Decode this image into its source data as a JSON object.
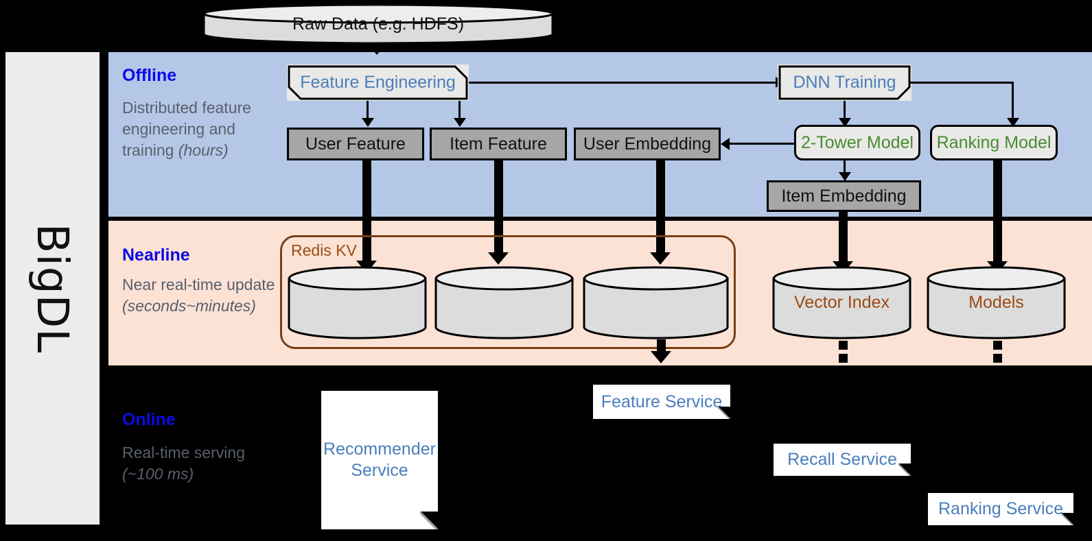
{
  "sidebar": {
    "label": "BigDL"
  },
  "colors": {
    "offline_band": "#b4c7e7",
    "nearline_band": "#fbe2d5",
    "online_band": "#000000",
    "sidebar": "#ececec",
    "section_title": "#0a0ae6",
    "section_body": "#595f6b",
    "data_store": "#a6a6a6",
    "model_text": "#4a8b32",
    "process_text": "#4a7ebb",
    "redis_border": "#7b3f16",
    "redis_text": "#9c4a14",
    "store_text": "#9c4a14"
  },
  "sections": {
    "offline": {
      "title": "Offline",
      "body": "Distributed feature engineering and training ",
      "body_em": "(hours)"
    },
    "nearline": {
      "title": "Nearline",
      "body": "Near real-time update ",
      "body_em": "(seconds~minutes)"
    },
    "online": {
      "title": "Online",
      "body": "Real-time serving ",
      "body_em": "(~100 ms)"
    }
  },
  "nodes": {
    "raw_data": "Raw Data (e.g. HDFS)",
    "feature_engineering": "Feature Engineering",
    "dnn_training": "DNN Training",
    "user_feature": "User Feature",
    "item_feature": "Item Feature",
    "user_embedding": "User Embedding",
    "two_tower_model": "2-Tower Model",
    "ranking_model": "Ranking Model",
    "item_embedding": "Item Embedding",
    "redis_kv": "Redis KV",
    "vector_index": "Vector Index",
    "models": "Models",
    "feature_service": "Feature Service",
    "recommender_service": "Recommender Service",
    "recall_service": "Recall Service",
    "ranking_service": "Ranking Service"
  }
}
